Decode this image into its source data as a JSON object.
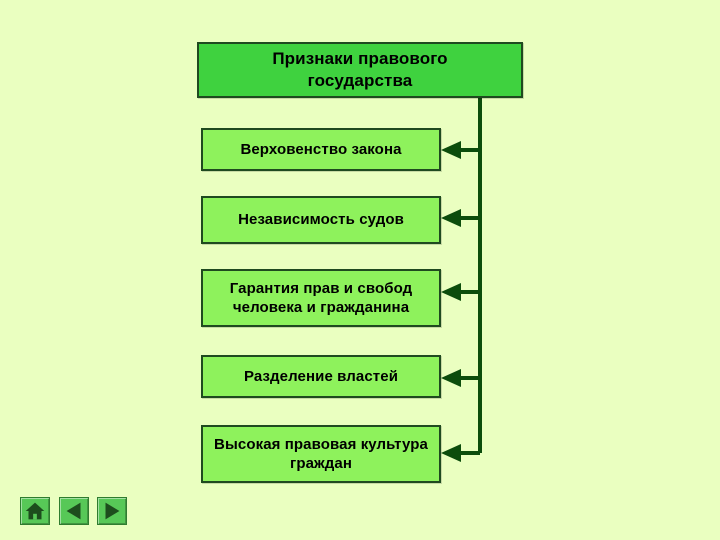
{
  "title": "Признаки правового государства",
  "items": [
    "Верховенство закона",
    "Независимость судов",
    "Гарантия прав и свобод человека и гражданина",
    "Разделение властей",
    "Высокая правовая культура граждан"
  ],
  "navigation": {
    "home_icon": "home-icon",
    "previous_icon": "previous-arrow-icon",
    "next_icon": "next-arrow-icon"
  },
  "colors": {
    "background": "#eaffc0",
    "title_fill": "#3fd23f",
    "item_fill": "#8ef25c",
    "border": "#1f4a1f",
    "connector": "#0c4d0c",
    "nav_button": "#57c857"
  }
}
